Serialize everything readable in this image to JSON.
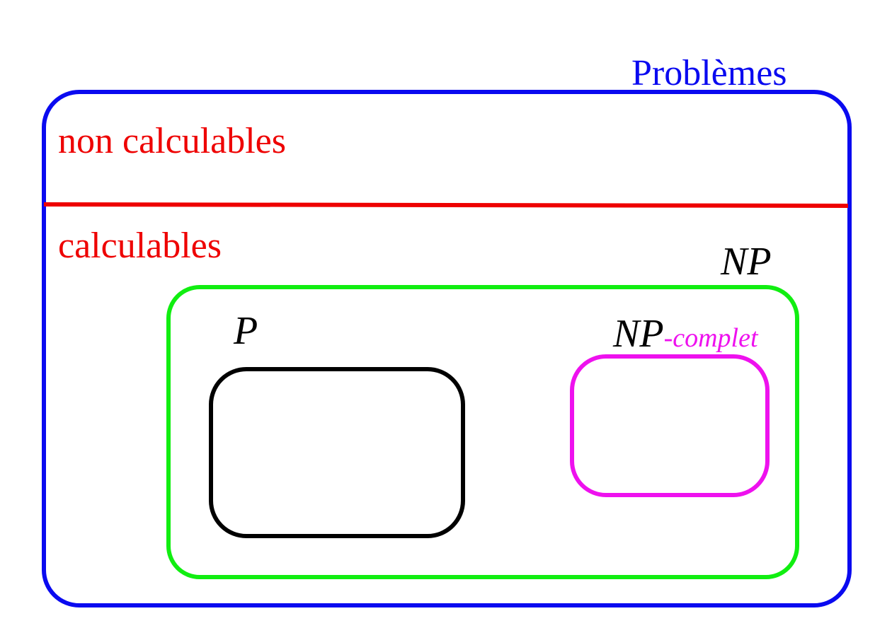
{
  "diagram": {
    "title": "Problèmes",
    "regions": {
      "non_computable": "non calculables",
      "computable": "calculables"
    },
    "classes": {
      "np": "NP",
      "p": "P",
      "np_complete_prefix": "NP",
      "np_complete_suffix": "-complet"
    },
    "colors": {
      "problems": "#0a0af0",
      "divider": "#ee0000",
      "np": "#11ee11",
      "p": "#000000",
      "np_complete": "#ee11ee",
      "text_red": "#ee0000",
      "text_blue": "#0a0af0",
      "text_black": "#000000",
      "text_magenta": "#ee11ee"
    }
  }
}
